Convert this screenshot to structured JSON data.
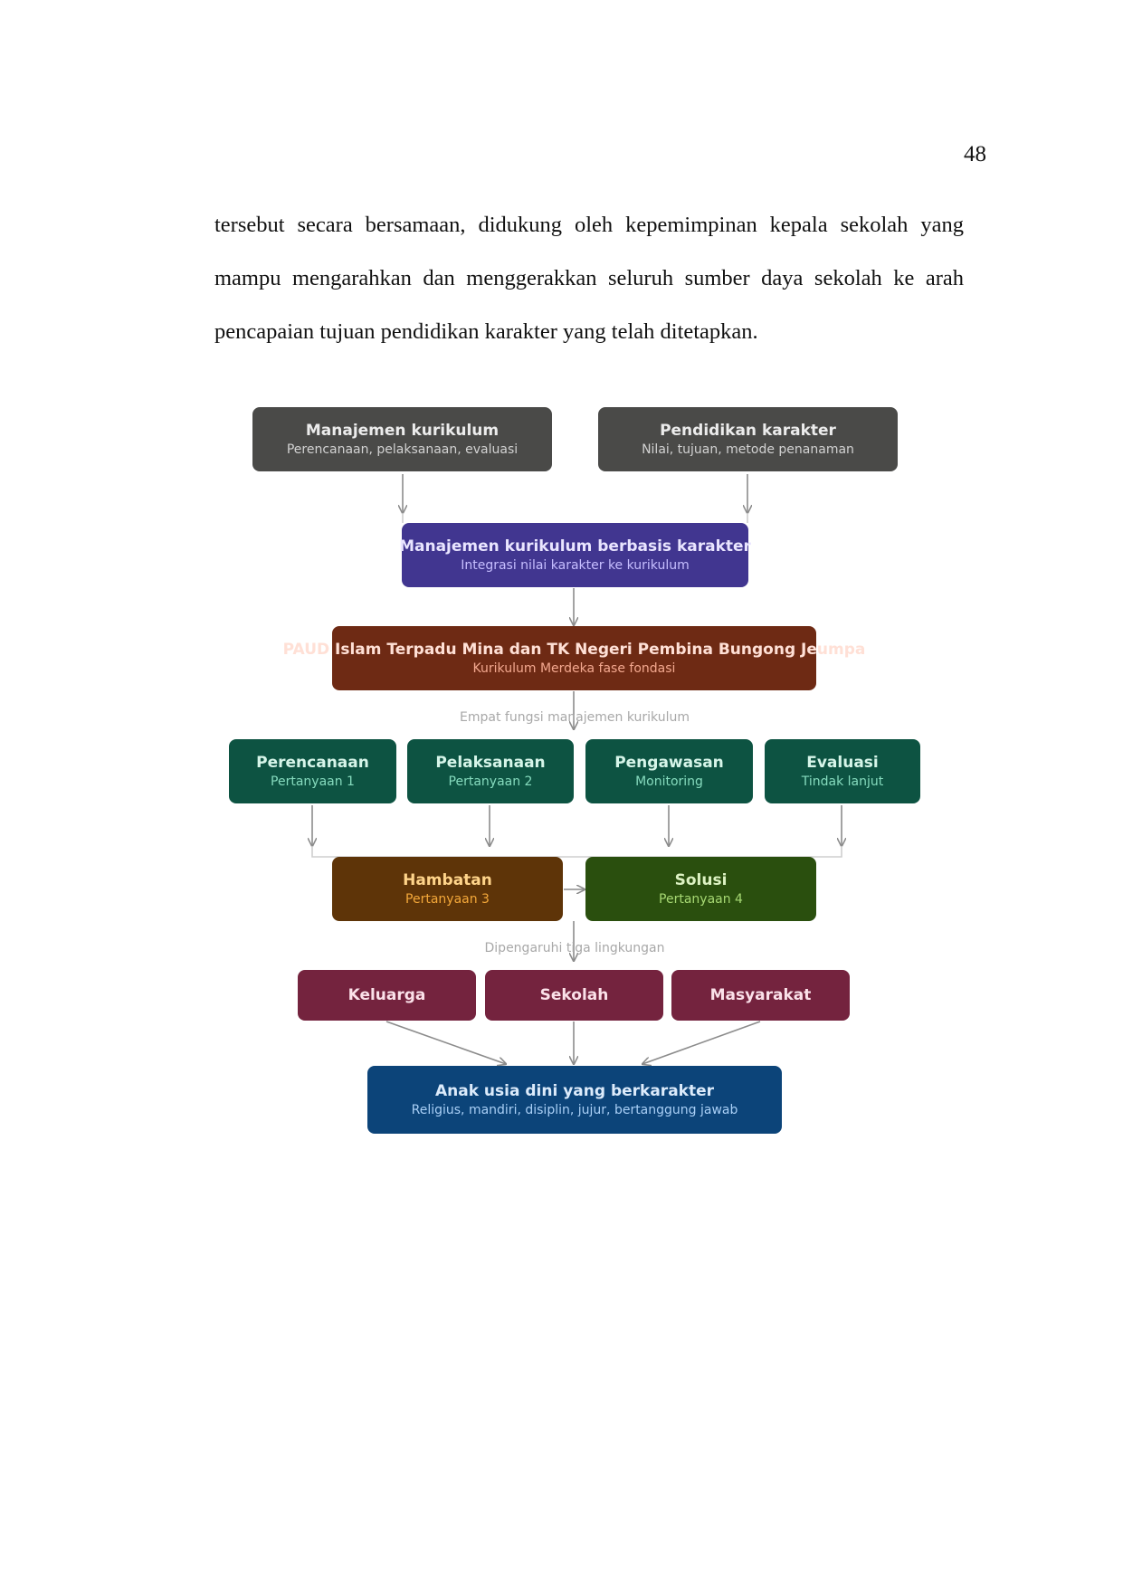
{
  "page_number": "48",
  "paragraph": {
    "lines": [
      "tersebut secara bersamaan, didukung oleh kepemimpinan kepala sekolah yang",
      "mampu mengarahkan dan menggerakkan seluruh sumber daya sekolah ke arah",
      "pencapaian tujuan pendidikan karakter yang telah ditetapkan."
    ]
  },
  "diagram": {
    "top_left": {
      "title": "Manajemen kurikulum",
      "subtitle": "Perencanaan, pelaksanaan, evaluasi"
    },
    "top_right": {
      "title": "Pendidikan karakter",
      "subtitle": "Nilai, tujuan, metode penanaman"
    },
    "integration": {
      "title": "Manajemen kurikulum berbasis karakter",
      "subtitle": "Integrasi nilai karakter ke kurikulum"
    },
    "schools": {
      "title": "PAUD Islam Terpadu Mina dan TK Negeri Pembina Bungong Jeumpa",
      "subtitle": "Kurikulum Merdeka fase fondasi"
    },
    "functions_caption": "Empat fungsi manajemen kurikulum",
    "functions": [
      {
        "title": "Perencanaan",
        "subtitle": "Pertanyaan 1"
      },
      {
        "title": "Pelaksanaan",
        "subtitle": "Pertanyaan 2"
      },
      {
        "title": "Pengawasan",
        "subtitle": "Monitoring"
      },
      {
        "title": "Evaluasi",
        "subtitle": "Tindak lanjut"
      }
    ],
    "obstacle": {
      "title": "Hambatan",
      "subtitle": "Pertanyaan 3"
    },
    "solution": {
      "title": "Solusi",
      "subtitle": "Pertanyaan 4"
    },
    "environment_caption": "Dipengaruhi tiga lingkungan",
    "environments": [
      "Keluarga",
      "Sekolah",
      "Masyarakat"
    ],
    "outcome": {
      "title": "Anak usia dini yang berkarakter",
      "subtitle": "Religius, mandiri, disiplin, jujur, bertanggung jawab"
    }
  },
  "colors": {
    "gray": "#4a4a48",
    "purple": "#413690",
    "brown": "#6e2a14",
    "teal": "#0d5342",
    "amber": "#5e3408",
    "green": "#2a4f0e",
    "maroon": "#74233e",
    "blue": "#0c4479",
    "connector": "#8c8c8c"
  }
}
